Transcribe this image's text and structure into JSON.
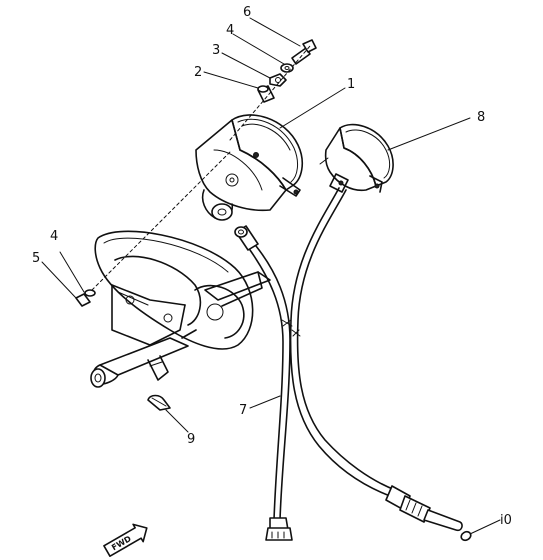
{
  "callouts": {
    "c1": "1",
    "c2": "2",
    "c3": "3",
    "c4_top": "4",
    "c4_left": "4",
    "c5": "5",
    "c6": "6",
    "c7": "7",
    "c8": "8",
    "c9": "9",
    "c10": "i0"
  },
  "direction_marker": "FWD"
}
